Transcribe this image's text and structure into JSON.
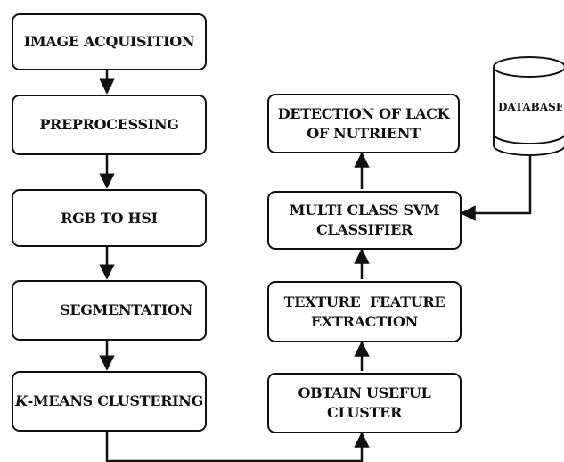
{
  "steps_left": [
    {
      "id": "image-acquisition",
      "lines": [
        "IMAGE ACQUISITION"
      ]
    },
    {
      "id": "preprocessing",
      "lines": [
        "PREPROCESSING"
      ]
    },
    {
      "id": "rgb-to-hsi",
      "lines": [
        "RGB TO HSI"
      ]
    },
    {
      "id": "segmentation",
      "lines": [
        "SEGMENTATION"
      ]
    },
    {
      "id": "kmeans-clustering",
      "lines": [
        "K",
        "-MEANS CLUSTERING"
      ]
    }
  ],
  "steps_right": [
    {
      "id": "obtain-useful-cluster",
      "lines": [
        "OBTAIN USEFUL",
        "CLUSTER"
      ]
    },
    {
      "id": "texture-feature-extraction",
      "lines": [
        "TEXTURE  FEATURE",
        "EXTRACTION"
      ]
    },
    {
      "id": "multi-class-svm-classifier",
      "lines": [
        "MULTI CLASS SVM",
        "CLASSIFIER"
      ]
    },
    {
      "id": "detection-of-lack-of-nutrient",
      "lines": [
        "DETECTION OF LACK",
        "OF NUTRIENT"
      ]
    }
  ],
  "database": {
    "label": "DATABASE"
  },
  "colors": {
    "stroke": "#111111",
    "background": "#ffffff"
  }
}
